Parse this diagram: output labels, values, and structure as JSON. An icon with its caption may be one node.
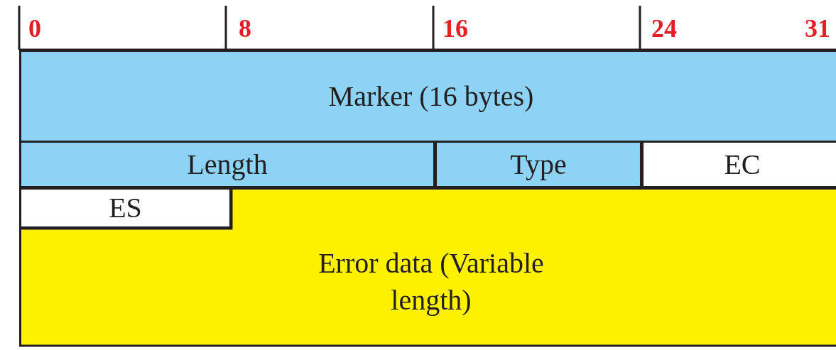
{
  "diagram": {
    "nodes": [
      {
        "text": [
          "Marker (16 bytes)"
        ]
      },
      {
        "text": [
          "Length"
        ]
      },
      {
        "text": [
          "Type"
        ]
      },
      {
        "text": [
          "EC"
        ]
      },
      {
        "text": [
          "ES"
        ]
      },
      {
        "text": [
          "Error data (Variable length)"
        ]
      }
    ],
    "labels": [
      "0",
      "8",
      "16",
      "24",
      "31"
    ]
  }
}
